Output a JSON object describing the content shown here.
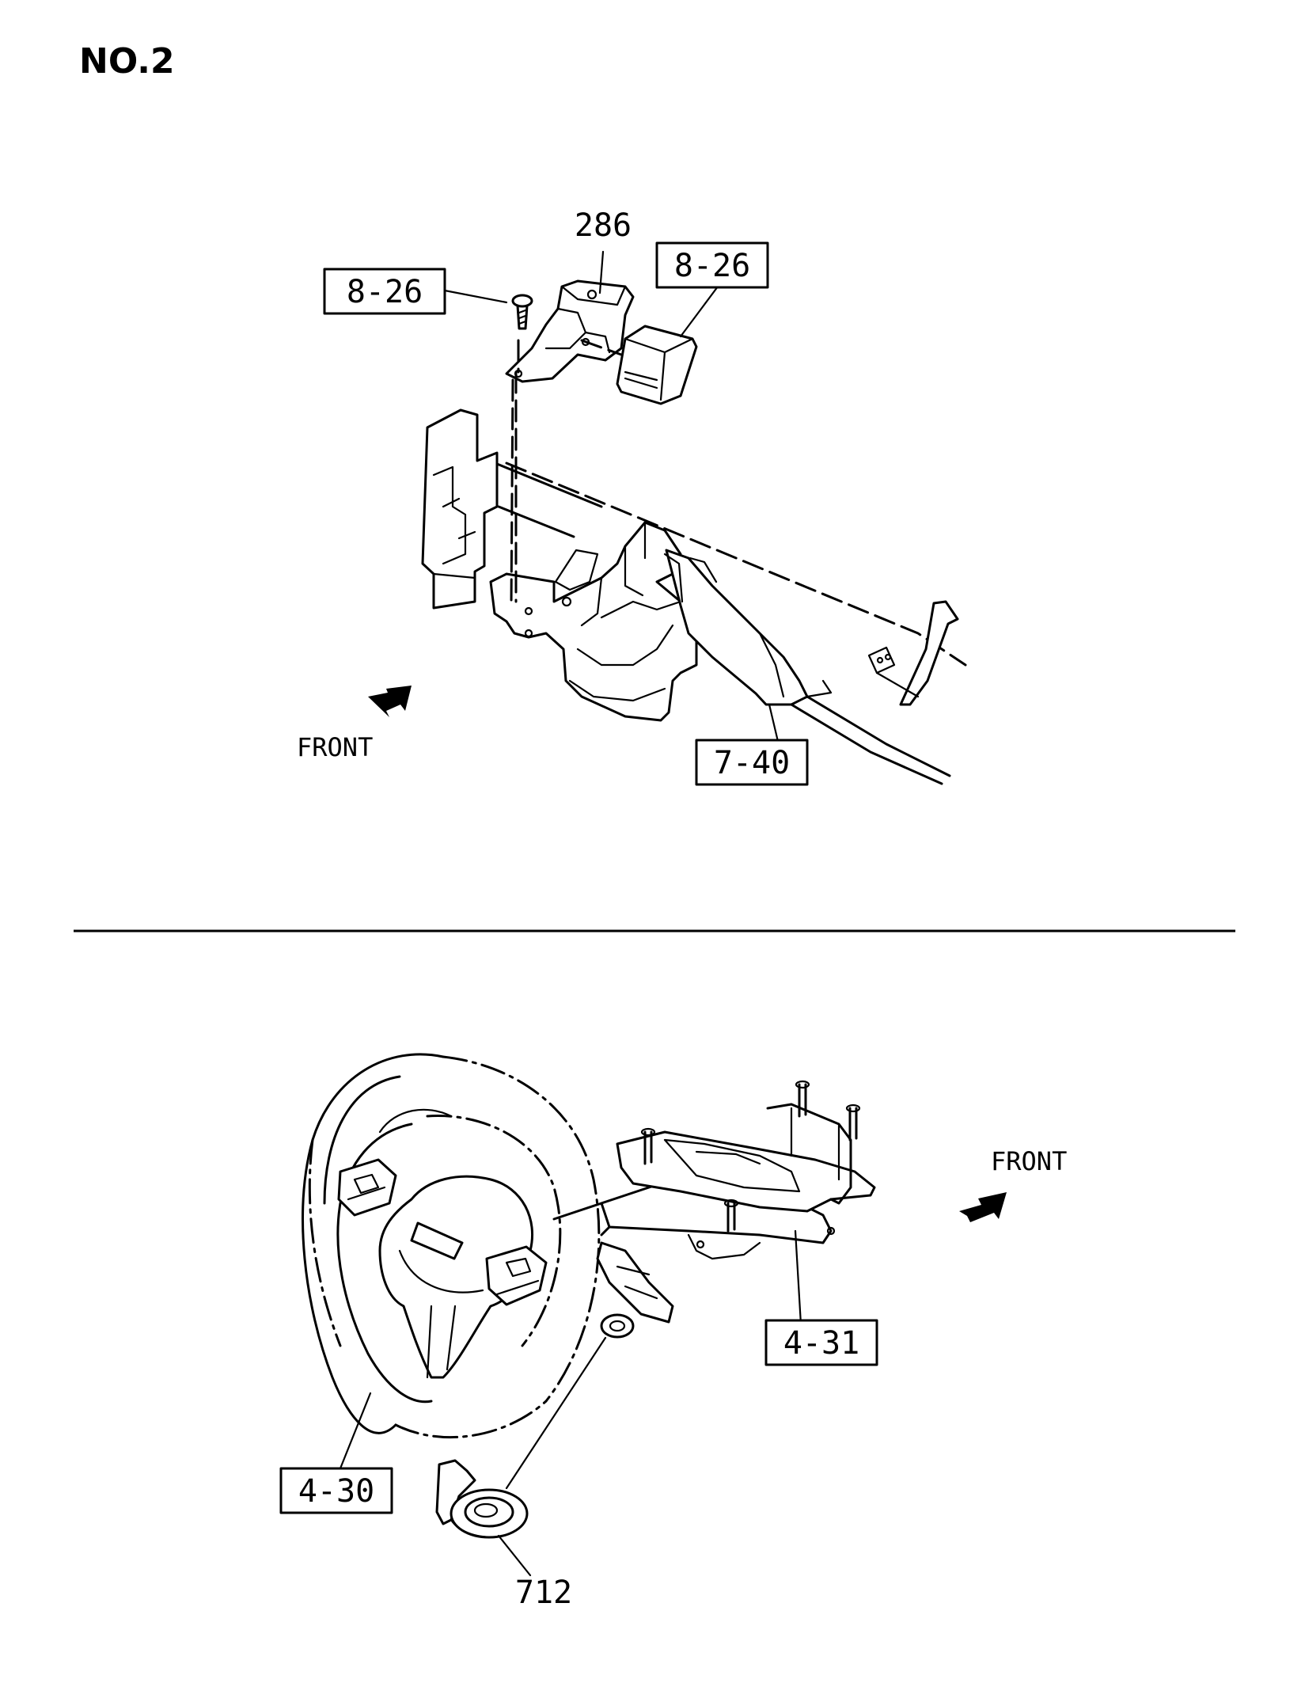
{
  "sheet": {
    "number": "NO.2"
  },
  "top_view": {
    "callouts": [
      {
        "id": "bolt-ref",
        "text": "8-26",
        "boxed": true
      },
      {
        "id": "bracket-part",
        "text": "286",
        "boxed": false
      },
      {
        "id": "module-ref",
        "text": "8-26",
        "boxed": true
      },
      {
        "id": "column-ref",
        "text": "7-40",
        "boxed": true
      }
    ],
    "direction_label": "FRONT"
  },
  "bottom_view": {
    "callouts": [
      {
        "id": "wheel-ref",
        "text": "4-30",
        "boxed": true
      },
      {
        "id": "column-ref",
        "text": "4-31",
        "boxed": true
      },
      {
        "id": "switch-part",
        "text": "712",
        "boxed": false
      }
    ],
    "direction_label": "FRONT"
  }
}
